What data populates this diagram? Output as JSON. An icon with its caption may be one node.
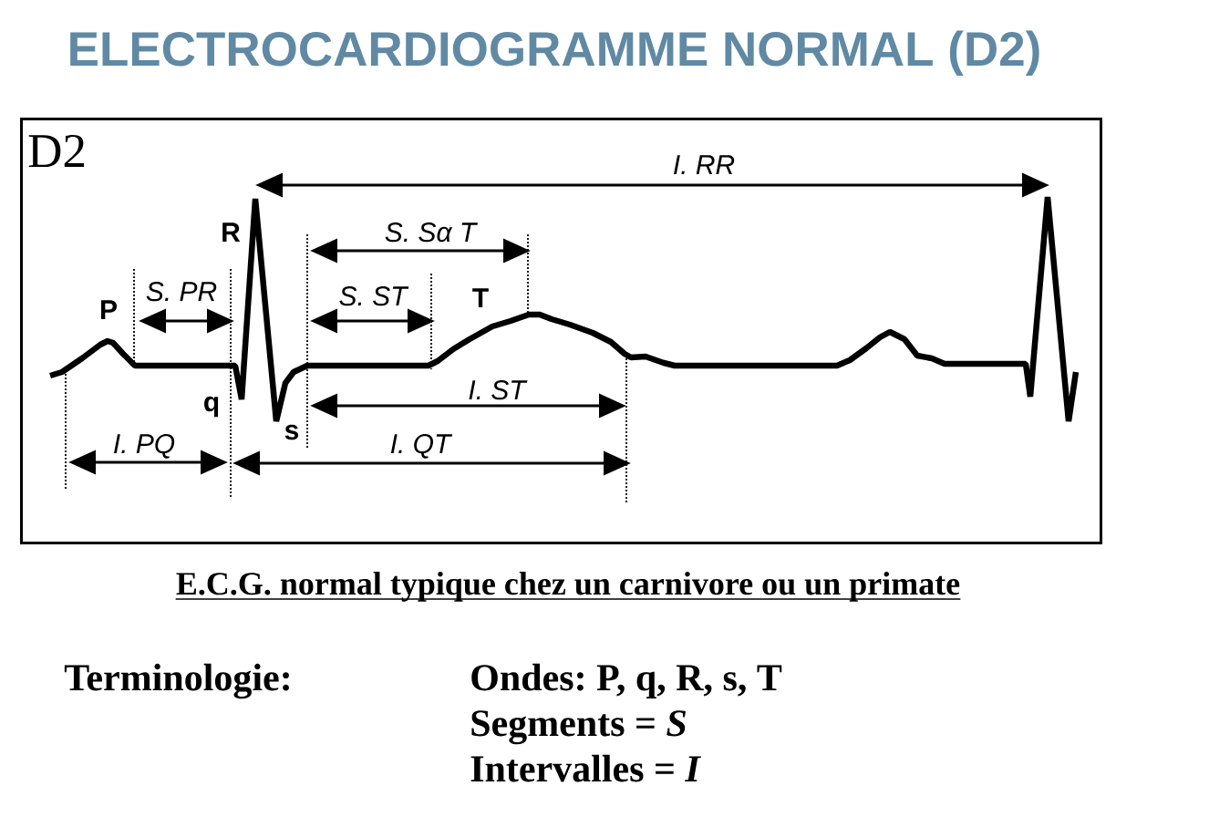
{
  "diagram": {
    "title": "ELECTROCARDIOGRAMME NORMAL (D2)",
    "caption": "E.C.G. normal typique chez un carnivore ou un primate",
    "nodes": [
      {
        "text": [
          "D2"
        ]
      }
    ],
    "labels": [
      "I. RR",
      "R",
      "S. Sα T",
      "S. PR",
      "P",
      "S. ST",
      "T",
      "q",
      "I. ST",
      "s",
      "I. PQ",
      "I. QT",
      "Terminologie:",
      "Ondes: P, q, R, s, T",
      "Segments = *S*",
      "Intervalles = *I*"
    ]
  }
}
